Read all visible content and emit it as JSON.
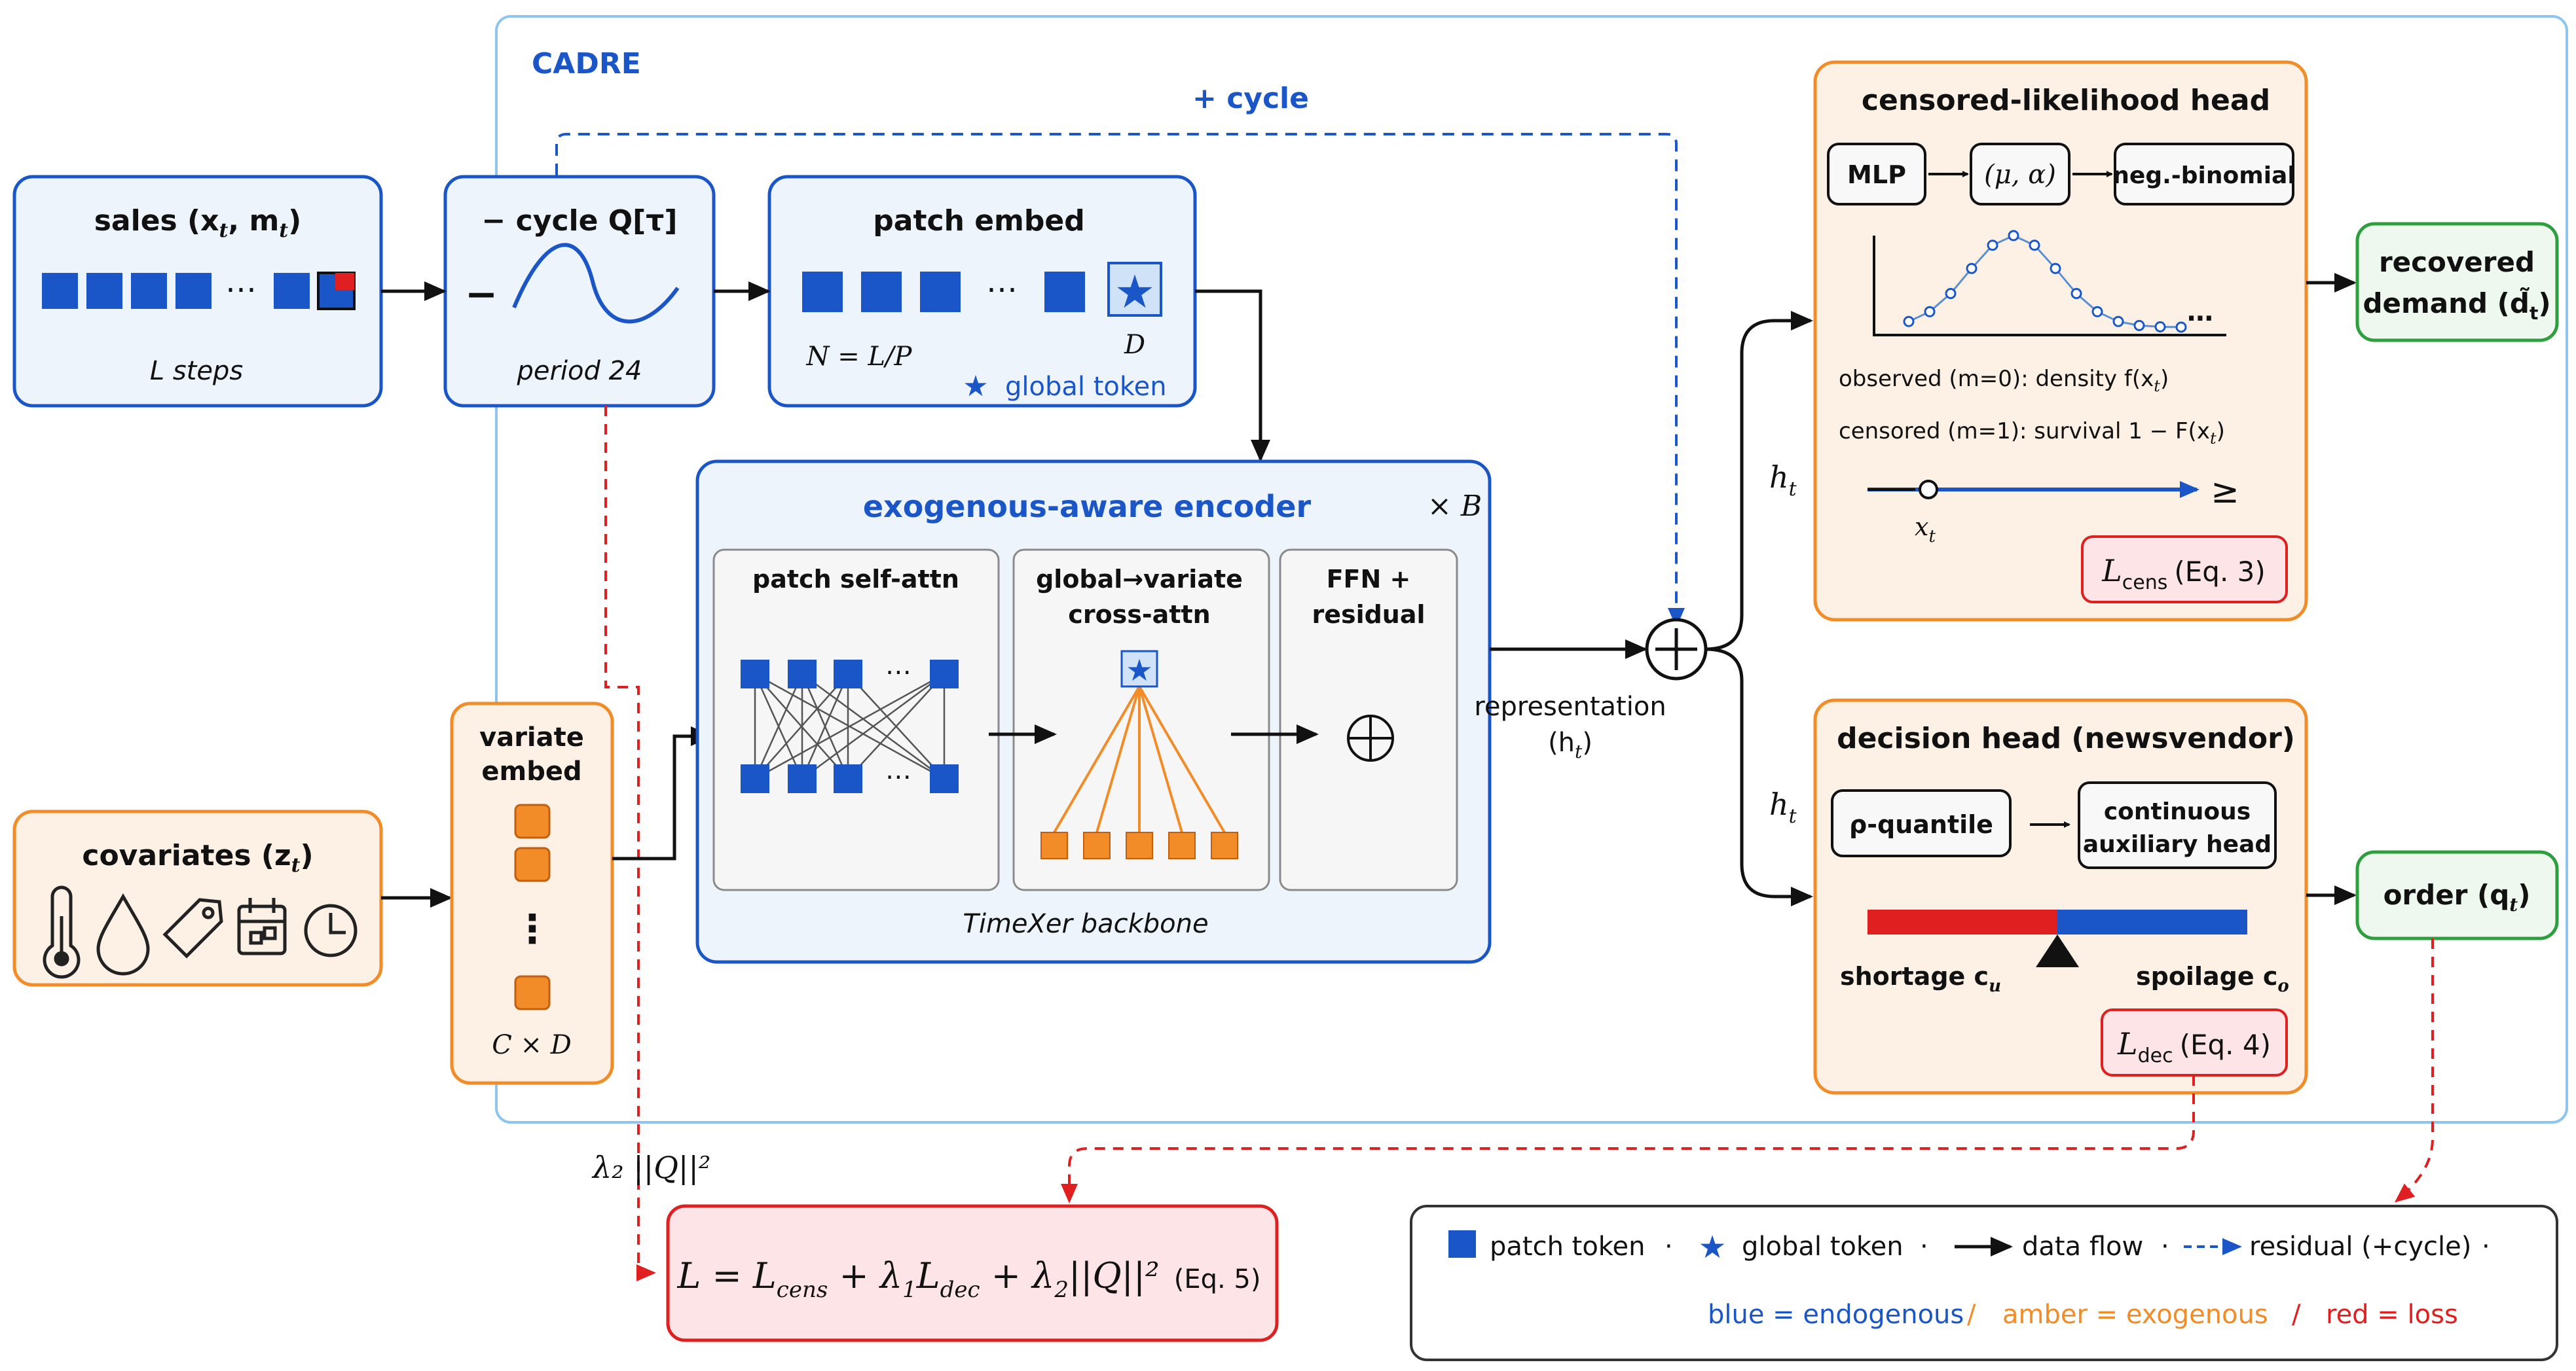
{
  "frame": {
    "title": "CADRE",
    "cycle_label": "+ cycle"
  },
  "sales": {
    "title": "sales (x",
    "title_sub": "t",
    "title_mid": ", m",
    "title_sub2": "t",
    "title_end": ")",
    "dots": "⋯",
    "steps": "L steps"
  },
  "cycle": {
    "title": "− cycle Q[τ]",
    "minus": "−",
    "period": "period 24"
  },
  "patch": {
    "title": "patch embed",
    "dots": "⋯",
    "n_label": "N = L/P",
    "d_label": "D",
    "global_token": "global token"
  },
  "covariates": {
    "title": "covariates (z",
    "title_sub": "t",
    "title_end": ")"
  },
  "variate": {
    "title_line1": "variate",
    "title_line2": "embed",
    "vdots": "⋮",
    "dims": "C × D"
  },
  "encoder": {
    "title": "exogenous-aware encoder",
    "repeat": "× B",
    "patch_attn": "patch self-attn",
    "cross_line1": "global→variate",
    "cross_line2": "cross-attn",
    "ffn_line1": "FFN +",
    "ffn_line2": "residual",
    "hdots": "⋯",
    "backbone": "TimeXer backbone"
  },
  "representation": {
    "line1": "representation",
    "line2": "(h",
    "line2_sub": "t",
    "line2_end": ")",
    "h": "h",
    "h_sub": "t"
  },
  "censored": {
    "title": "censored-likelihood head",
    "mlp": "MLP",
    "params": "(μ, α)",
    "negbin": "neg.-binomial",
    "dots": "⋯",
    "observed": "observed (m=0): density f(x",
    "observed_end": ")",
    "censored": "censored (m=1): survival 1 − F(x",
    "censored_end": ")",
    "xt": "x",
    "xt_sub": "t",
    "geq": "≥",
    "loss": "L",
    "loss_sub": "cens",
    "loss_eq": "(Eq. 3)"
  },
  "decision": {
    "title": "decision head (newsvendor)",
    "quantile": "ρ-quantile",
    "aux_line1": "continuous",
    "aux_line2": "auxiliary head",
    "shortage": "shortage c",
    "shortage_sub": "u",
    "spoilage": "spoilage c",
    "spoilage_sub": "o",
    "loss": "L",
    "loss_sub": "dec",
    "loss_eq": "(Eq. 4)"
  },
  "recovered": {
    "line1": "recovered",
    "line2": "demand (d̃",
    "line2_sub": "t",
    "line2_end": ")"
  },
  "order": {
    "label": "order (q",
    "label_sub": "t",
    "label_end": ")"
  },
  "reg_label": {
    "text": "λ₂ ||Q||²"
  },
  "total_loss": {
    "text": "L = L",
    "s1": "cens",
    "p2": " + λ",
    "s2": "1",
    "p3": "L",
    "s3": "dec",
    "p4": " + λ",
    "s4": "2",
    "p5": "||Q||²",
    "eq": "(Eq. 5)"
  },
  "legend": {
    "patch_token": "patch token",
    "global_token": "global token",
    "data_flow": "data flow",
    "residual": "residual (+cycle)",
    "sep": "·",
    "blue": "blue = endogenous",
    "slash": "/",
    "amber": "amber = exogenous",
    "red": "red = loss"
  },
  "colors": {
    "blue": "#1a56c8",
    "blue_fill": "#eef4fc",
    "amber": "#f28c28",
    "amber_fill": "#fdf1e6",
    "green": "#2e9e3e",
    "green_fill": "#eef8ee",
    "red": "#e02020",
    "red_fill": "#fde4e6",
    "gray": "#9a9a9a"
  }
}
